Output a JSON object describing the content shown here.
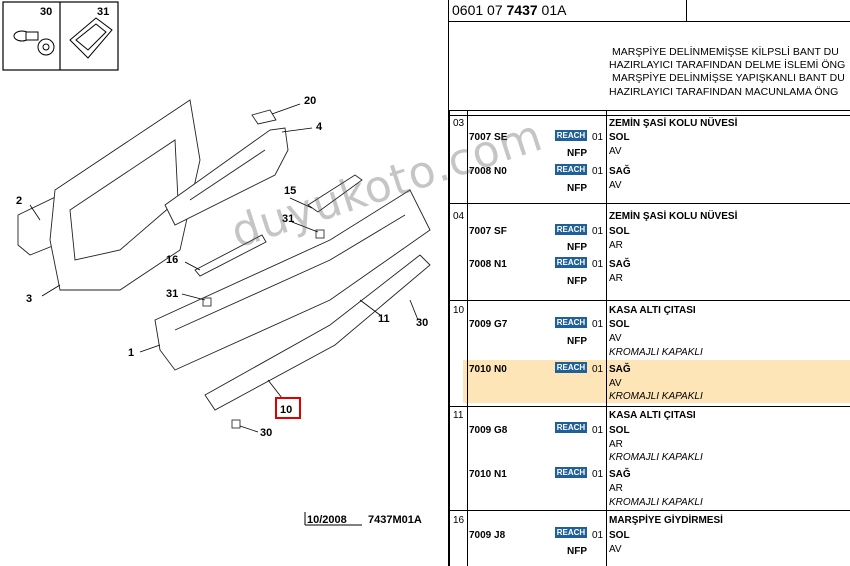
{
  "header": {
    "code_prefix": "0601 07 ",
    "code_bold": "7437",
    "code_suffix": " 01A"
  },
  "notes": [
    "MARŞPİYE DELİNMEMİŞSE KİLPSLİ BANT DU",
    "HAZIRLAYICI TARAFINDAN DELME İSLEMİ ÖNG",
    "MARŞPİYE DELİNMİŞSE YAPIŞKANLI BANT DU",
    "HAZIRLAYICI TARAFINDAN MACUNLAMA ÖNG"
  ],
  "diagram": {
    "inset_labels": [
      "30",
      "31"
    ],
    "callouts": [
      "20",
      "4",
      "2",
      "15",
      "31",
      "16",
      "3",
      "31",
      "1",
      "11",
      "30",
      "10",
      "30"
    ],
    "footer_date": "10/2008",
    "footer_code": "7437M01A"
  },
  "reach_label": "REACH",
  "nfp_label": "NFP",
  "groups": [
    {
      "num": "03",
      "title": "ZEMİN ŞASİ KOLU NÜVESİ",
      "parts": [
        {
          "code": "7007 SE",
          "qty": "01",
          "side": "SOL",
          "pos": "AV",
          "nfp": true,
          "extra": ""
        },
        {
          "code": "7008 N0",
          "qty": "01",
          "side": "SAĞ",
          "pos": "AV",
          "nfp": true,
          "extra": ""
        }
      ]
    },
    {
      "num": "04",
      "title": "ZEMİN ŞASİ KOLU NÜVESİ",
      "parts": [
        {
          "code": "7007 SF",
          "qty": "01",
          "side": "SOL",
          "pos": "AR",
          "nfp": true,
          "extra": ""
        },
        {
          "code": "7008 N1",
          "qty": "01",
          "side": "SAĞ",
          "pos": "AR",
          "nfp": true,
          "extra": ""
        }
      ]
    },
    {
      "num": "10",
      "title": "KASA ALTI ÇITASI",
      "parts": [
        {
          "code": "7009 G7",
          "qty": "01",
          "side": "SOL",
          "pos": "AV",
          "nfp": true,
          "extra": "KROMAJLI KAPAKLI"
        },
        {
          "code": "7010 N0",
          "qty": "01",
          "side": "SAĞ",
          "pos": "AV",
          "nfp": false,
          "extra": "KROMAJLI KAPAKLI",
          "highlight": true
        }
      ]
    },
    {
      "num": "11",
      "title": "KASA ALTI ÇITASI",
      "parts": [
        {
          "code": "7009 G8",
          "qty": "01",
          "side": "SOL",
          "pos": "AR",
          "nfp": false,
          "extra": "KROMAJLI KAPAKLI"
        },
        {
          "code": "7010 N1",
          "qty": "01",
          "side": "SAĞ",
          "pos": "AR",
          "nfp": false,
          "extra": "KROMAJLI KAPAKLI"
        }
      ]
    },
    {
      "num": "16",
      "title": "MARŞPİYE GİYDİRMESİ",
      "parts": [
        {
          "code": "7009 J8",
          "qty": "01",
          "side": "SOL",
          "pos": "AV",
          "nfp": true,
          "extra": ""
        }
      ]
    }
  ],
  "watermark": "duyukoto.com"
}
